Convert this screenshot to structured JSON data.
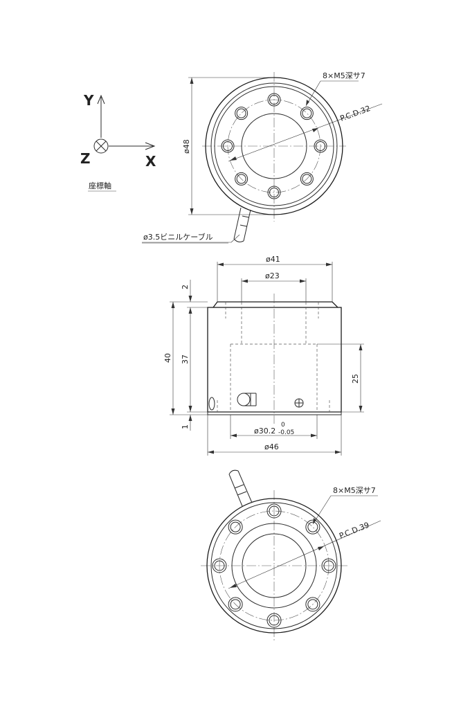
{
  "axes": {
    "y_label": "Y",
    "x_label": "X",
    "z_label": "Z",
    "caption": "座標軸"
  },
  "top_view": {
    "hole_note": "8×M5深サ7",
    "pcd": "P.C.D.32",
    "diameter": "ø48",
    "cable": "ø3.5ビニルケーブル"
  },
  "side_view": {
    "d41": "ø41",
    "d23": "ø23",
    "h2": "2",
    "h40": "40",
    "h37": "37",
    "h25": "25",
    "h1": "1",
    "d30_base": "ø30.2",
    "d30_tol_upper": "0",
    "d30_tol_lower": "-0.05",
    "d46": "ø46"
  },
  "bottom_view": {
    "hole_note": "8×M5深サ7",
    "pcd": "P.C.D.39"
  }
}
